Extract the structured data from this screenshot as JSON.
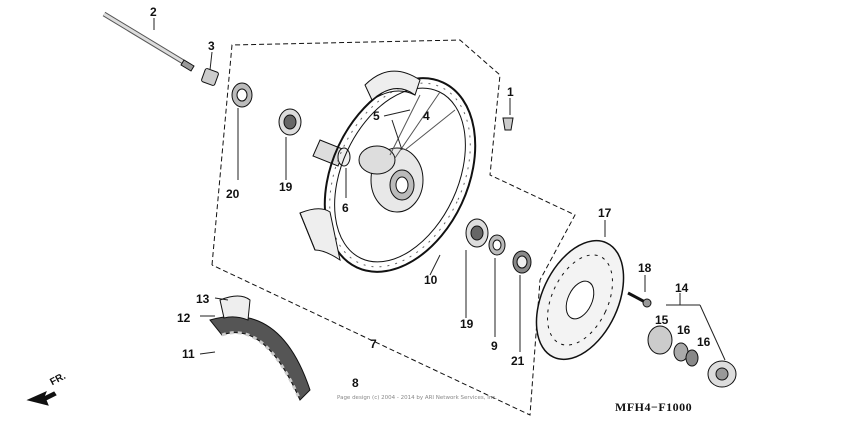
{
  "diagram": {
    "code": "MFH4−F1000",
    "copyright": "Page design (c) 2004 - 2014 by ARI Network Services, Inc.",
    "direction": "FR.",
    "callouts": [
      "1",
      "2",
      "3",
      "4",
      "5",
      "6",
      "7",
      "8",
      "9",
      "10",
      "11",
      "12",
      "13",
      "14",
      "15",
      "16",
      "16",
      "17",
      "18",
      "19",
      "19",
      "20",
      "21"
    ]
  }
}
